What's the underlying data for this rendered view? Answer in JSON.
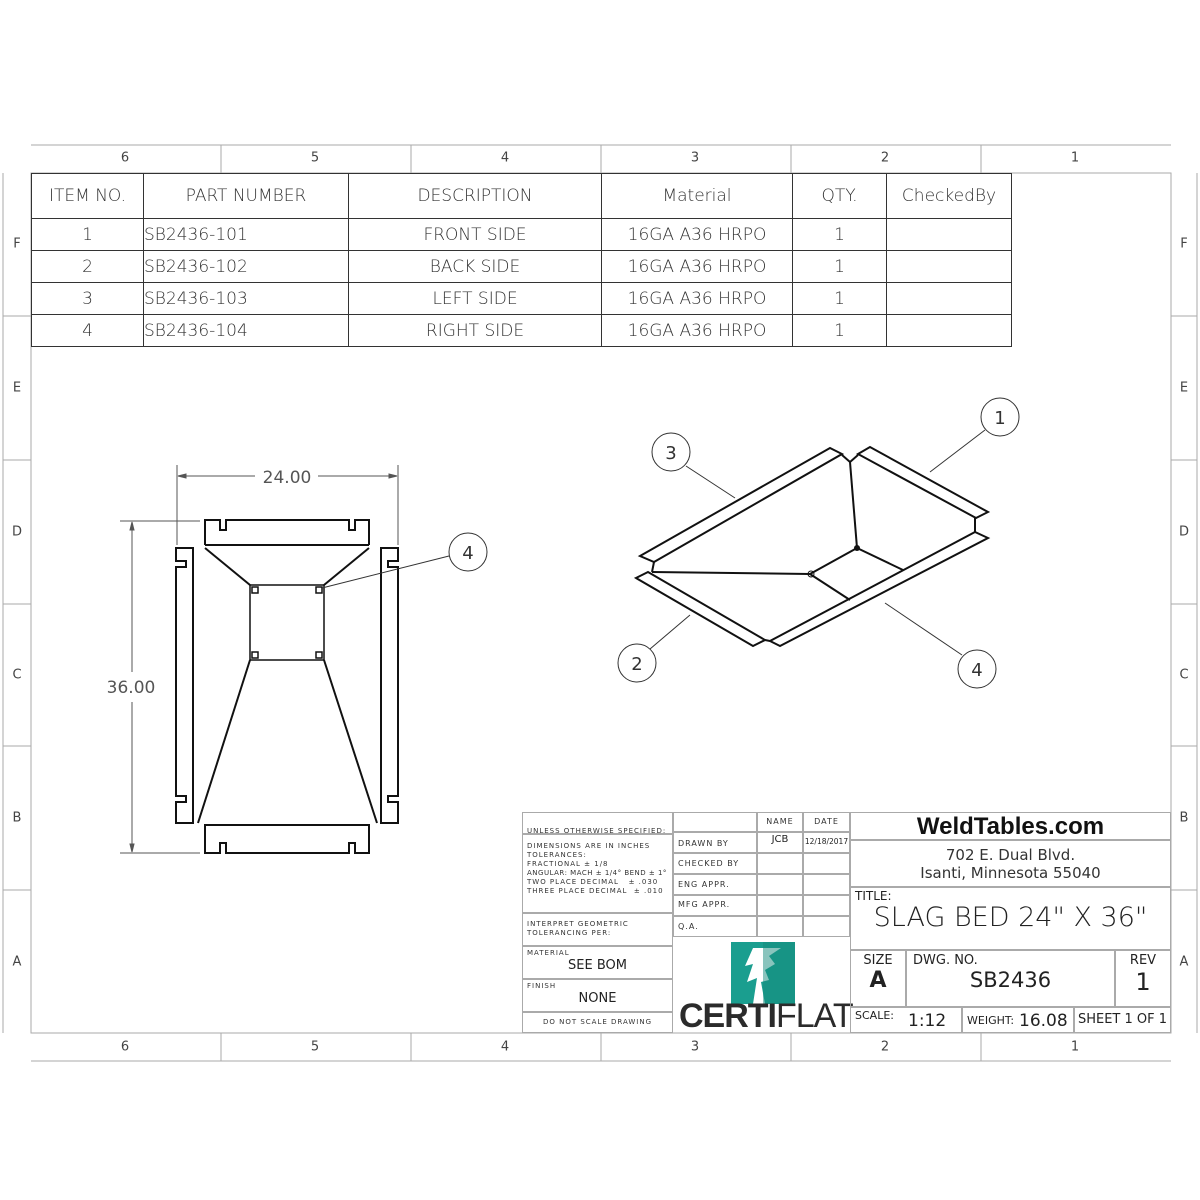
{
  "zones": {
    "columns": [
      "6",
      "5",
      "4",
      "3",
      "2",
      "1"
    ],
    "rows": [
      "F",
      "E",
      "D",
      "C",
      "B",
      "A"
    ]
  },
  "bom": {
    "headers": [
      "ITEM NO.",
      "PART NUMBER",
      "DESCRIPTION",
      "Material",
      "QTY.",
      "CheckedBy"
    ],
    "rows": [
      {
        "item": "1",
        "part": "SB2436-101",
        "desc": "FRONT SIDE",
        "material": "16GA A36 HRPO",
        "qty": "1",
        "checked": ""
      },
      {
        "item": "2",
        "part": "SB2436-102",
        "desc": "BACK SIDE",
        "material": "16GA A36 HRPO",
        "qty": "1",
        "checked": ""
      },
      {
        "item": "3",
        "part": "SB2436-103",
        "desc": "LEFT SIDE",
        "material": "16GA A36 HRPO",
        "qty": "1",
        "checked": ""
      },
      {
        "item": "4",
        "part": "SB2436-104",
        "desc": "RIGHT SIDE",
        "material": "16GA A36 HRPO",
        "qty": "1",
        "checked": ""
      }
    ]
  },
  "top_view": {
    "width_dim": "24.00",
    "height_dim": "36.00",
    "balloon": "4"
  },
  "iso_view": {
    "balloons": [
      "1",
      "2",
      "3",
      "4"
    ]
  },
  "title_block": {
    "unless": "UNLESS OTHERWISE SPECIFIED:",
    "tolerances": [
      "DIMENSIONS ARE IN INCHES",
      "TOLERANCES:",
      "FRACTIONAL ± 1/8",
      "ANGULAR: MACH ± 1/4° BEND ± 1°",
      "TWO PLACE DECIMAL   ± .030",
      "THREE PLACE DECIMAL  ± .010"
    ],
    "interpret": [
      "INTERPRET GEOMETRIC",
      "TOLERANCING PER:"
    ],
    "material_label": "MATERIAL",
    "material": "SEE BOM",
    "finish_label": "FINISH",
    "finish": "NONE",
    "no_scale": "DO NOT SCALE DRAWING",
    "name_hdr": "NAME",
    "date_hdr": "DATE",
    "roles": [
      "DRAWN BY",
      "CHECKED BY",
      "ENG APPR.",
      "MFG APPR.",
      "Q.A."
    ],
    "drawn_name": "JCB",
    "drawn_date": "12/18/2017",
    "logo_text": "CERTIFLAT",
    "logo_bold": "CERTI",
    "logo_light": "FLAT",
    "logo_color": "#1a9e8f",
    "company": "WeldTables.com",
    "address1": "702 E. Dual Blvd.",
    "address2": "Isanti, Minnesota 55040",
    "title_label": "TITLE:",
    "title": "SLAG BED 24\" X 36\"",
    "size_label": "SIZE",
    "size": "A",
    "dwg_label": "DWG.  NO.",
    "dwg_no": "SB2436",
    "rev_label": "REV",
    "rev": "1",
    "scale_label": "SCALE:",
    "scale": "1:12",
    "weight_label": "WEIGHT:",
    "weight": "16.08",
    "sheet": "SHEET 1 OF 1"
  }
}
